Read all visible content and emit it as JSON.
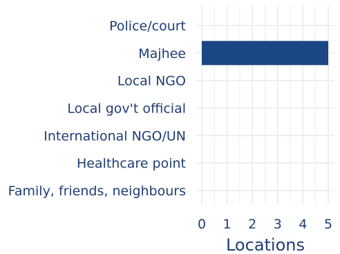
{
  "chart_data": {
    "type": "bar",
    "orientation": "horizontal",
    "categories": [
      "Police/court",
      "Majhee",
      "Local NGO",
      "Local gov't official",
      "International NGO/UN",
      "Healthcare point",
      "Family, friends, neighbours"
    ],
    "values": [
      0,
      5,
      0,
      0,
      0,
      0,
      0
    ],
    "xlabel": "Locations",
    "ylabel": "",
    "title": "",
    "xlim": [
      0,
      5
    ],
    "xticks": [
      "0",
      "1",
      "2",
      "3",
      "4",
      "5"
    ],
    "grid": true,
    "colors": {
      "bar": "#1a4784",
      "text": "#1f3d73",
      "grid": "#ebebeb"
    }
  }
}
